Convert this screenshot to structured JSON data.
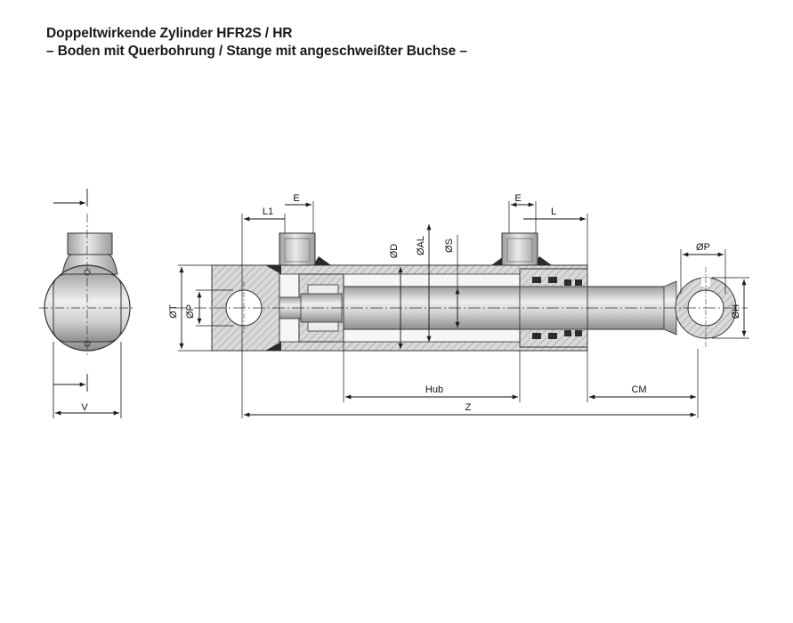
{
  "title": {
    "line1": "Doppeltwirkende Zylinder HFR2S / HR",
    "line2": "– Boden mit Querbohrung / Stange mit angeschweißter Buchse –"
  },
  "labels": {
    "v": "V",
    "l1": "L1",
    "e_left": "E",
    "e_right": "E",
    "l": "L",
    "od": "ØD",
    "oal": "ØAL",
    "os": "ØS",
    "ot": "ØT",
    "op_left": "ØP",
    "op_right": "ØP",
    "oh": "ØH",
    "hub": "Hub",
    "cm": "CM",
    "z": "Z"
  },
  "colors": {
    "steel_light": "#e4e4e4",
    "steel_mid": "#b8b8b8",
    "steel_dark": "#8a8a8a",
    "hatch": "#9a9a9a",
    "seal": "#2b2b2b",
    "line": "#1a1a1a"
  }
}
